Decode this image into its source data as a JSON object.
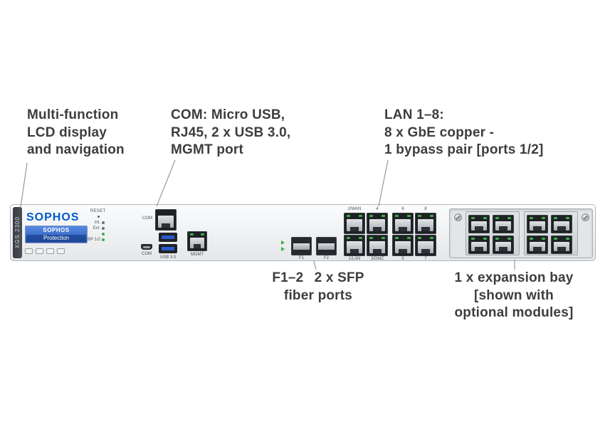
{
  "colors": {
    "sophos_blue": "#005bc8",
    "lcd_blue": "#3b6fd0",
    "led_green": "#3fae49",
    "callout_text": "#3d3d3f",
    "callout_line": "#9a9a9a",
    "chassis": "#eef0f2"
  },
  "callouts": {
    "lcd": {
      "line1": "Multi-function",
      "line2": "LCD display",
      "line3": "and navigation"
    },
    "com": {
      "line1": "COM: Micro USB,",
      "line2": "RJ45, 2 x USB 3.0,",
      "line3": "MGMT port"
    },
    "lan": {
      "line1": "LAN 1–8:",
      "line2": "8 x GbE copper -",
      "line3": "1 bypass pair [ports 1/2]"
    },
    "sfp": {
      "line1": "F1–2  2 x SFP",
      "line2": "fiber ports"
    },
    "expansion": {
      "line1": "1 x expansion bay",
      "line2": "[shown with",
      "line3": "optional modules]"
    }
  },
  "device": {
    "model": "XGS 2300",
    "brand": "SOPHOS",
    "lcd": {
      "line1": "SOPHOS",
      "line2": "Protection"
    },
    "reset_label": "RESET",
    "leds": {
      "row1": "Int.",
      "row2": "Ext.",
      "row3": "",
      "row4": "BP 1/2"
    },
    "labels": {
      "com_console": "COM",
      "com_micro_usb": "COM",
      "usb": "USB 3.0",
      "mgmt": "MGMT",
      "sfp_f1": "F1",
      "sfp_f2": "F2",
      "lan_top_1": "2/WAN",
      "lan_top_2": "4",
      "lan_top_3": "6",
      "lan_top_4": "8",
      "lan_bottom_1": "1/LAN",
      "lan_bottom_2": "3/DMZ",
      "lan_bottom_3": "5",
      "lan_bottom_4": "7"
    }
  }
}
